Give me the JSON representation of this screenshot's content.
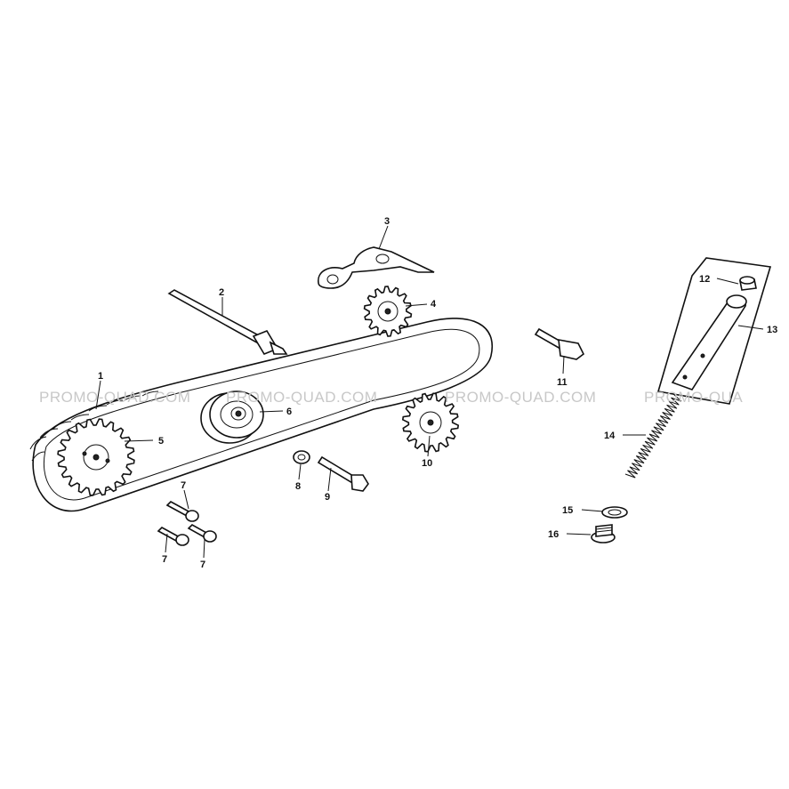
{
  "watermark": {
    "text_1": "PROMO-QUAD.COM",
    "text_2": "PROMO-QUAD.COM",
    "text_3": "PROMO-QUAD.COM",
    "text_4": "PROMO-QUA"
  },
  "callouts": {
    "c1": "1",
    "c2": "2",
    "c3": "3",
    "c4": "4",
    "c5": "5",
    "c6": "6",
    "c7a": "7",
    "c7b": "7",
    "c7c": "7",
    "c8": "8",
    "c9": "9",
    "c10": "10",
    "c11": "11",
    "c12": "12",
    "c13": "13",
    "c14": "14",
    "c15": "15",
    "c16": "16"
  },
  "colors": {
    "line": "#111111",
    "watermark": "#c8c8c8",
    "background": "#ffffff"
  }
}
